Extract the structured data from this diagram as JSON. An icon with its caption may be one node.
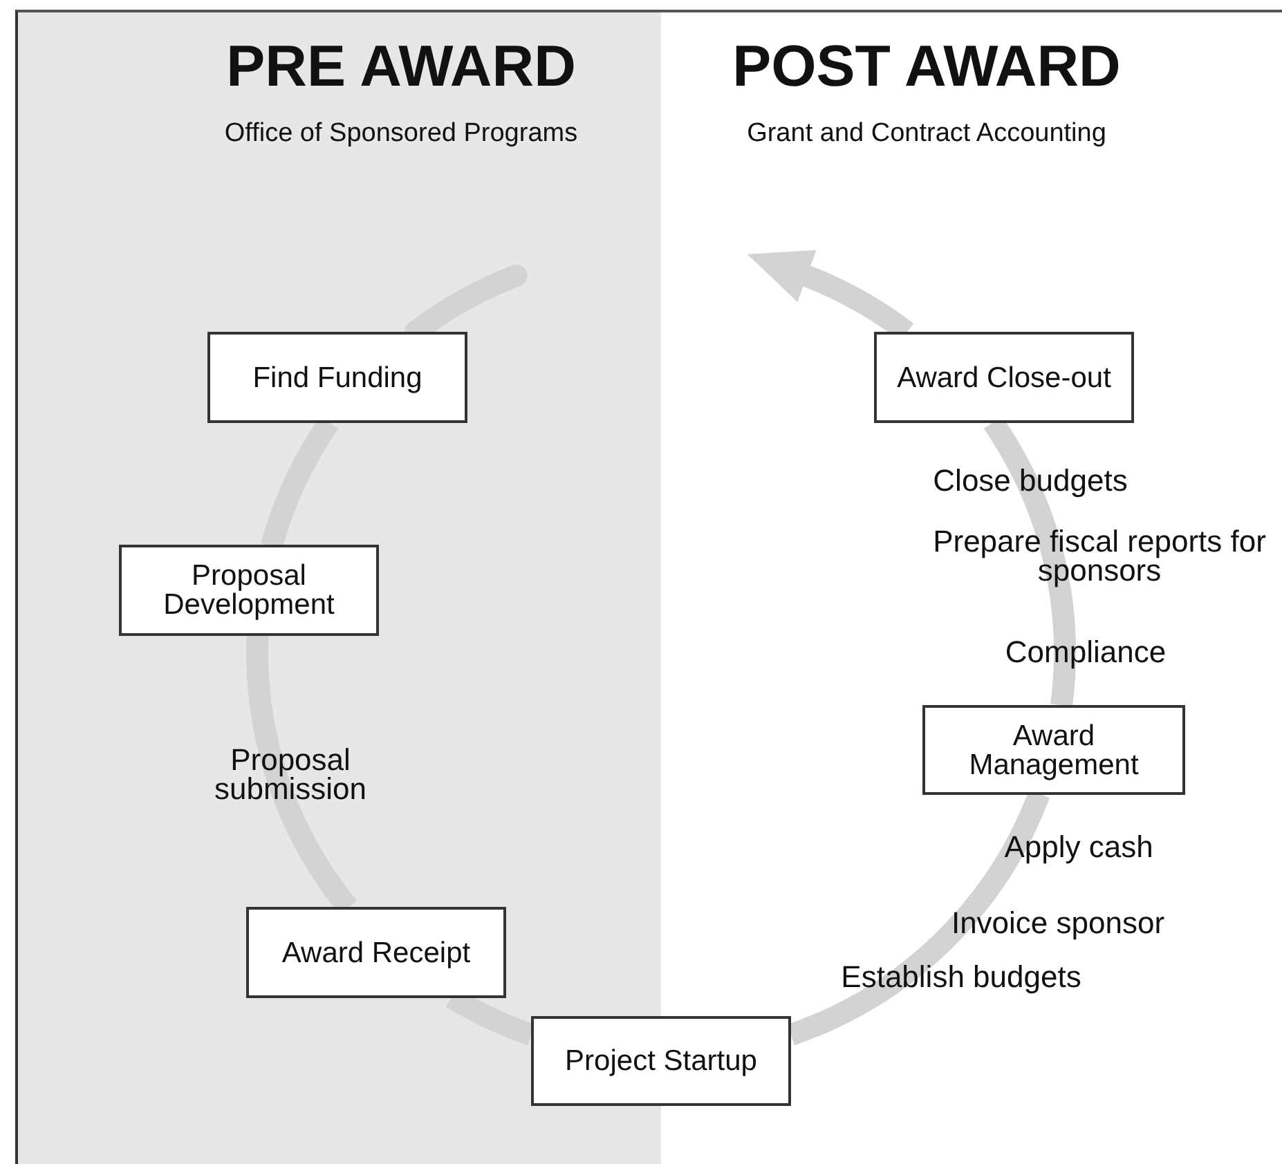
{
  "diagram": {
    "nodes": [
      {
        "text": [
          "Find Funding"
        ]
      },
      {
        "text": [
          "Proposal Development"
        ]
      },
      {
        "text": [
          "Award Receipt"
        ]
      },
      {
        "text": [
          "Project Startup"
        ]
      },
      {
        "text": [
          "Award Management"
        ]
      },
      {
        "text": [
          "Award Close-out"
        ]
      }
    ],
    "edges": [
      {
        "from": null,
        "to": 0,
        "arrow": "none"
      },
      {
        "from": 0,
        "to": 1,
        "arrow": "none"
      },
      {
        "from": 1,
        "to": 2,
        "arrow": "none"
      },
      {
        "from": 2,
        "to": 3,
        "arrow": "none"
      },
      {
        "from": 3,
        "to": 4,
        "arrow": "none"
      },
      {
        "from": 4,
        "to": 5,
        "arrow": "none"
      },
      {
        "from": 5,
        "to": null,
        "arrow": "to"
      }
    ],
    "labels": [
      "PRE AWARD",
      "Office of Sponsored Programs",
      "POST AWARD",
      "Grant and Contract Accounting",
      "Close budgets",
      "Prepare fiscal reports for sponsors",
      "Compliance",
      "Proposal submission",
      "Apply cash",
      "Invoice sponsor",
      "Establish budgets"
    ]
  }
}
